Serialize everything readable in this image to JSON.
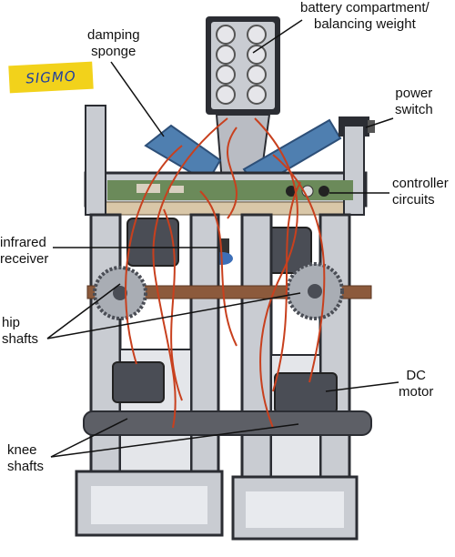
{
  "logo": {
    "text": "SIGMO",
    "bg_color": "#f2d21b",
    "text_color": "#1f3fa0"
  },
  "labels": {
    "damping_sponge": "damping\nsponge",
    "battery": "battery compartment/\nbalancing weight",
    "power_switch": "power\nswitch",
    "controller": "controller\ncircuits",
    "infrared": "infrared\nreceiver",
    "hip_shafts": "hip\nshafts",
    "dc_motor": "DC\nmotor",
    "knee_shafts": "knee\nshafts"
  },
  "colors": {
    "aluminum": "#c9ccd2",
    "frame_dark": "#2b2d33",
    "wire": "#c8401e",
    "sponge": "#4f7fb0",
    "shaft": "#8c5a3c",
    "gear": "#a9adb4",
    "motor": "#4a4d55",
    "battery_cell": "#e6e6ea",
    "leader_line": "#111111"
  }
}
